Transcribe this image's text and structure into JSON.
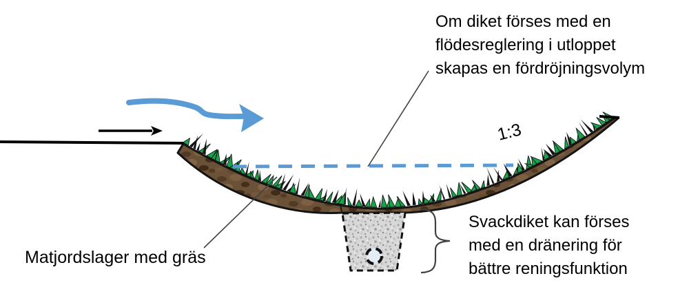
{
  "annotations": {
    "detention_note": {
      "line1": "Om diket förses med en",
      "line2": "flödesreglering i utloppet",
      "line3": "skapas en fördröjningsvolym"
    },
    "slope_ratio_label": "1:3",
    "topsoil_note": "Matjordslager med gräs",
    "drainage_note": {
      "line1": "Svackdiket kan förses",
      "line2": "med en dränering för",
      "line3": "bättre reningsfunktion"
    }
  },
  "colors": {
    "flow_arrow_blue": "#5b9bd5",
    "water_level_blue": "#5b9bd5",
    "grass_green": "#1aa24c",
    "soil_brown": "#6b5138",
    "gravel_gray": "#d8d8d8",
    "outline_black": "#141414"
  }
}
